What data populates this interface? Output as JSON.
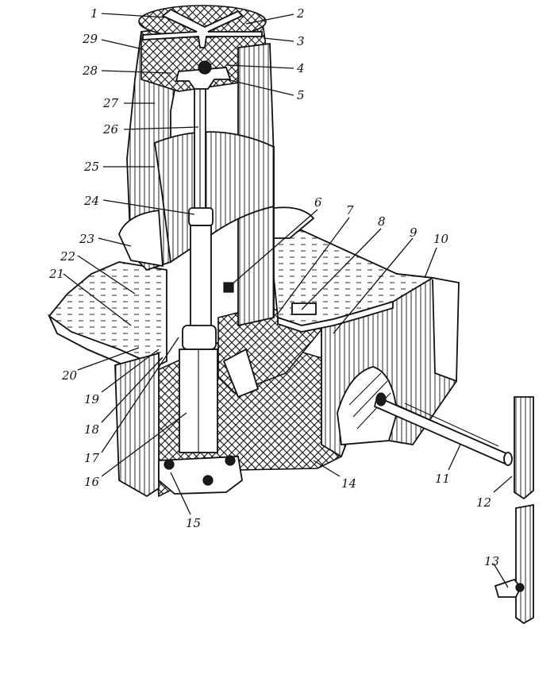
{
  "callouts": [
    {
      "num": "1"
    },
    {
      "num": "2"
    },
    {
      "num": "3"
    },
    {
      "num": "4"
    },
    {
      "num": "5"
    },
    {
      "num": "6"
    },
    {
      "num": "7"
    },
    {
      "num": "8"
    },
    {
      "num": "9"
    },
    {
      "num": "10"
    },
    {
      "num": "11"
    },
    {
      "num": "12"
    },
    {
      "num": "13"
    },
    {
      "num": "14"
    },
    {
      "num": "15"
    },
    {
      "num": "16"
    },
    {
      "num": "17"
    },
    {
      "num": "18"
    },
    {
      "num": "19"
    },
    {
      "num": "20"
    },
    {
      "num": "21"
    },
    {
      "num": "22"
    },
    {
      "num": "23"
    },
    {
      "num": "24"
    },
    {
      "num": "25"
    },
    {
      "num": "26"
    },
    {
      "num": "27"
    },
    {
      "num": "28"
    },
    {
      "num": "29"
    }
  ],
  "colors": {
    "ink": "#111111",
    "paper": "#ffffff"
  }
}
